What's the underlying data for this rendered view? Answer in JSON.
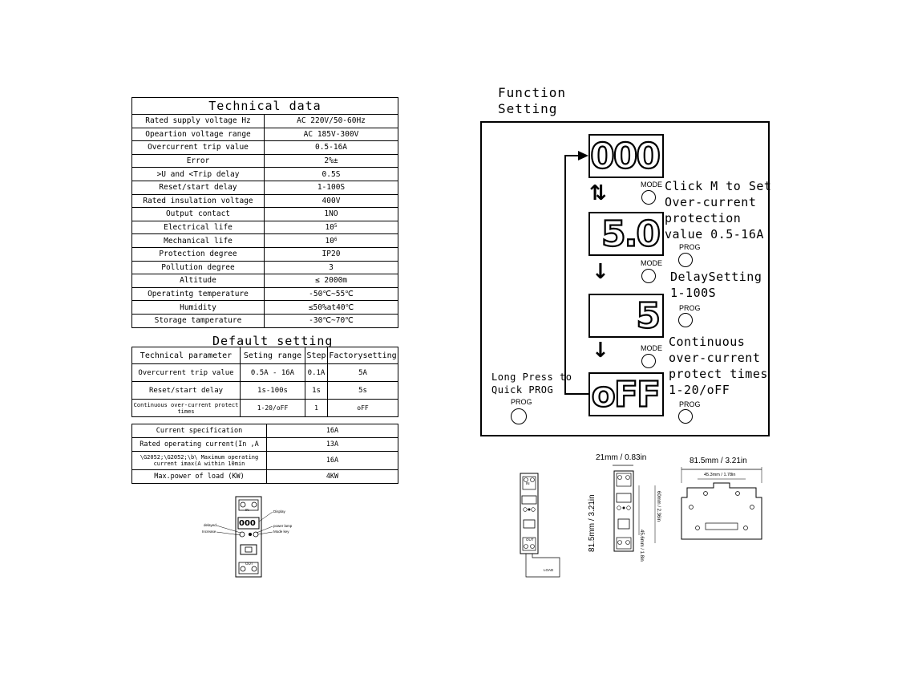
{
  "technical_data": {
    "title": "Technical data",
    "rows": [
      {
        "param": "Rated supply voltage Hz",
        "value": "AC 220V/50-60Hz"
      },
      {
        "param": "Opeartion voltage range",
        "value": "AC 185V-300V"
      },
      {
        "param": "Overcurrent trip value",
        "value": "0.5-16A"
      },
      {
        "param": "Error",
        "value": "2%±"
      },
      {
        "param": ">U and <Trip delay",
        "value": "0.5S"
      },
      {
        "param": "Reset/start delay",
        "value": "1-100S"
      },
      {
        "param": "Rated insulation voltage",
        "value": "400V"
      },
      {
        "param": "Output contact",
        "value": "1NO"
      },
      {
        "param": "Electrical life",
        "value": "10",
        "sup": "5"
      },
      {
        "param": "Mechanical life",
        "value": "10",
        "sup": "6"
      },
      {
        "param": "Protection degree",
        "value": "IP20"
      },
      {
        "param": "Pollution degree",
        "value": "3"
      },
      {
        "param": "Altitude",
        "value": "≤ 2000m"
      },
      {
        "param": "Operatintg temperature",
        "value": "-50℃~55℃"
      },
      {
        "param": "Humidity",
        "value": "≤50%at40℃"
      },
      {
        "param": "Storage tamperature",
        "value": "-30℃~70℃"
      }
    ]
  },
  "default_setting": {
    "title": "Default setting",
    "headers": [
      "Technical parameter",
      "Seting range",
      "Step",
      "Factorysetting"
    ],
    "rows": [
      [
        "Overcurrent trip value",
        "0.5A - 16A",
        "0.1A",
        "5A"
      ],
      [
        "Reset/start delay",
        "1s-100s",
        "1s",
        "5s"
      ],
      [
        "Continuous over-current protect times",
        "1-20/oFF",
        "1",
        "oFF"
      ]
    ]
  },
  "spec_table": {
    "rows": [
      {
        "param": "Current specification",
        "value": "16A"
      },
      {
        "param": "Rated operating current(In ,A",
        "value": "13A"
      },
      {
        "param": "\\G2052;\\G2052;\\b\\ Maximum operating current imax(A within 10min",
        "value": "16A"
      },
      {
        "param": "Max.power of load (KW)",
        "value": "4KW"
      }
    ]
  },
  "device_labels": {
    "in": "IN",
    "out": "OUT",
    "display": "Display",
    "delayed": "delayed",
    "increase": "Increase",
    "power_lamp": "power lamp",
    "mode_key": "Mode key",
    "load": "LOAD",
    "device_display": "000"
  },
  "function": {
    "title_line1": "Function",
    "title_line2": "Setting",
    "displays": [
      "000",
      "5.0",
      "5",
      "oFF"
    ],
    "mode_label": "MODE",
    "prog_label": "PROG",
    "step1_lines": [
      "Click M to Set",
      "Over-current",
      "protection",
      "value 0.5-16A"
    ],
    "step2_lines": [
      "DelaySetting",
      "1-100S"
    ],
    "step3_lines": [
      "Continuous",
      "over-current",
      "protect times",
      "1-20/oFF"
    ],
    "long_press_lines": [
      "Long Press to",
      "Quick PROG"
    ]
  },
  "dimensions": {
    "width_21": "21mm / 0.83in",
    "height_815": "81.5mm / 3.21in",
    "inner_456": "45.6mm / 1.8in",
    "inner_60": "60mm / 2.36in",
    "width_815": "81.5mm / 3.21in",
    "inner_453": "45.3mm / 1.78in"
  }
}
